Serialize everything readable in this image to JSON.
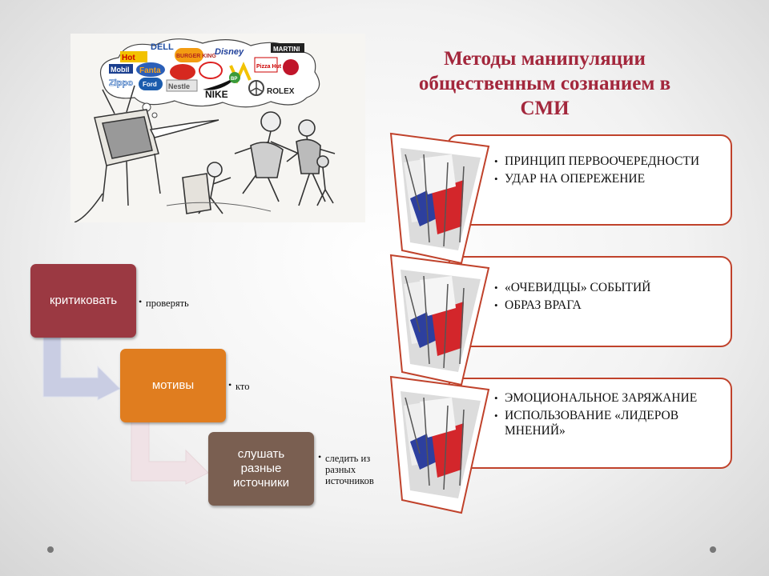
{
  "title": "Методы манипуляции общественным сознанием в СМИ",
  "cartoon": {
    "logos": [
      "DELL",
      "BURGER KING",
      "Disney",
      "MARTINI",
      "Mobil",
      "Fanta",
      "Zippo",
      "Nestle",
      "NIKE",
      "ROLEX",
      "BP",
      "Pizza Hut",
      "Ford"
    ]
  },
  "cards": [
    {
      "items": [
        "ПРИНЦИП ПЕРВООЧЕРЕДНОСТИ",
        "УДАР НА ОПЕРЕЖЕНИЕ"
      ]
    },
    {
      "items": [
        "«ОЧЕВИДЦЫ» СОБЫТИЙ",
        "ОБРАЗ ВРАГА"
      ]
    },
    {
      "items": [
        "ЭМОЦИОНАЛЬНОЕ ЗАРЯЖАНИЕ",
        "ИСПОЛЬЗОВАНИЕ «ЛИДЕРОВ МНЕНИЙ»"
      ]
    }
  ],
  "process": [
    {
      "label": "критиковать",
      "note": "проверять",
      "color": "#9b3942"
    },
    {
      "label": "мотивы",
      "note": "кто",
      "color": "#e07d1f"
    },
    {
      "label": "слушать разные источники",
      "note": "следить из разных источников",
      "color": "#7a5f51"
    }
  ],
  "colors": {
    "accent": "#a3273c",
    "card_border": "#c0422b"
  }
}
